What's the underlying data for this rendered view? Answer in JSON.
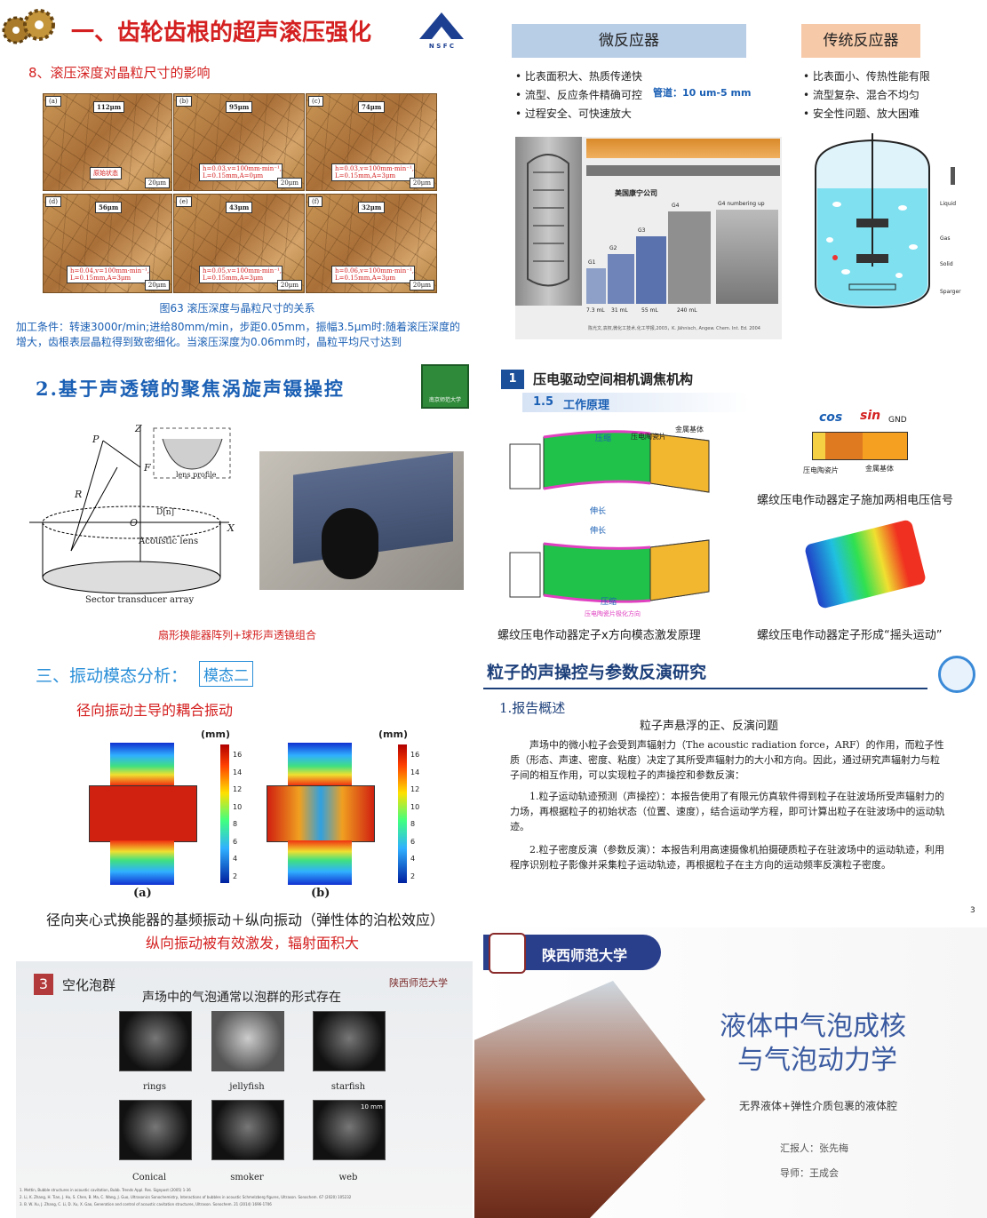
{
  "p1": {
    "title": "一、齿轮齿根的超声滚压强化",
    "logo_text": "N S F C",
    "subtitle": "8、滚压深度对晶粒尺寸的影响",
    "images": [
      {
        "letter": "(a)",
        "size": "112μm",
        "cond": "原始状态",
        "scale": "20μm"
      },
      {
        "letter": "(b)",
        "size": "95μm",
        "cond": "h=0.03,v=100mm·min⁻¹, L=0.15mm,A=0μm",
        "scale": "20μm"
      },
      {
        "letter": "(c)",
        "size": "74μm",
        "cond": "h=0.03,v=100mm·min⁻¹, L=0.15mm,A=3μm",
        "scale": "20μm"
      },
      {
        "letter": "(d)",
        "size": "56μm",
        "cond": "h=0.04,v=100mm·min⁻¹, L=0.15mm,A=3μm",
        "scale": "20μm"
      },
      {
        "letter": "(e)",
        "size": "43μm",
        "cond": "h=0.05,v=100mm·min⁻¹, L=0.15mm,A=3μm",
        "scale": "20μm"
      },
      {
        "letter": "(f)",
        "size": "32μm",
        "cond": "h=0.06,v=100mm·min⁻¹, L=0.15mm,A=3μm",
        "scale": "20μm"
      }
    ],
    "caption": "图63 滚压深度与晶粒尺寸的关系",
    "body": "加工条件：转速3000r/min;进给80mm/min，步距0.05mm，振幅3.5μm时:随着滚压深度的增大，齿根表层晶粒得到致密细化。当滚压深度为0.06mm时，晶粒平均尺寸达到"
  },
  "p2": {
    "micro_title": "微反应器",
    "trad_title": "传统反应器",
    "micro_items": [
      "比表面积大、热质传递快",
      "流型、反应条件精确可控",
      "过程安全、可快速放大"
    ],
    "channel": "管道：10 um-5 mm",
    "trad_items": [
      "比表面小、传热性能有限",
      "流型复杂、混合不均匀",
      "安全性问题、放大困难"
    ],
    "company": "美国康宁公司",
    "g_labels": [
      "G1",
      "G2",
      "G3",
      "G4",
      "G4 numbering up"
    ],
    "volumes": [
      "7.3 mL",
      "31 mL",
      "55 mL",
      "240 mL"
    ],
    "tank_labels": [
      "Liquid",
      "Gas",
      "Solid",
      "Sparger"
    ],
    "ref": "陈光文,袁权,微化工技术,化工学报,2003，K. Jähnisch, Angew. Chem. Int. Ed. 2004"
  },
  "p3": {
    "title": "2.基于声透镜的聚焦涡旋声镊操控",
    "uni": "南京师范大学",
    "labels": [
      "P",
      "Z",
      "F",
      "D[n]",
      "O",
      "X",
      "R",
      "Acoustic lens",
      "Sector transducer array",
      "lens profile"
    ],
    "caption": "扇形换能器阵列+球形声透镜组合"
  },
  "p4": {
    "num": "1",
    "title": "压电驱动空间相机调焦机构",
    "sub_num": "1.5",
    "sub_title": "工作原理",
    "labels": {
      "compress": "压缩",
      "ceramic": "压电陶瓷片",
      "metal": "金属基体",
      "stretch": "伸长",
      "direction": "压电陶瓷片极化方向",
      "cos": "cos",
      "sin": "sin",
      "gnd": "GND",
      "ceramic2": "压电陶瓷片",
      "metal2": "金属基体"
    },
    "caption_left": "螺纹压电作动器定子x方向模态激发原理",
    "caption_right1": "螺纹压电作动器定子施加两相电压信号",
    "caption_right2": "螺纹压电作动器定子形成“摇头运动”"
  },
  "p5": {
    "title": "三、振动模态分析：",
    "mode": "模态二",
    "subtitle": "径向振动主导的耦合振动",
    "unit": "(mm)",
    "ticks": [
      "16",
      "14",
      "12",
      "10",
      "8",
      "6",
      "4",
      "2"
    ],
    "labels": [
      "(a)",
      "(b)"
    ],
    "line1": "径向夹心式换能器的基频振动＋纵向振动（弹性体的泊松效应）",
    "line2": "纵向振动被有效激发，辐射面积大"
  },
  "p6": {
    "title": "粒子的声操控与参数反演研究",
    "section": "1.报告概述",
    "heading": "粒子声悬浮的正、反演问题",
    "para1": "声场中的微小粒子会受到声辐射力（The acoustic radiation force，ARF）的作用，而粒子性质（形态、声速、密度、粘度）决定了其所受声辐射力的大小和方向。因此，通过研究声辐射力与粒子间的相互作用，可以实现粒子的声操控和参数反演：",
    "para2": "1.粒子运动轨迹预测（声操控）：本报告使用了有限元仿真软件得到粒子在驻波场所受声辐射力的力场，再根据粒子的初始状态（位置、速度），结合运动学方程，即可计算出粒子在驻波场中的运动轨迹。",
    "para3": "2.粒子密度反演（参数反演）：本报告利用高速摄像机拍摄硬质粒子在驻波场中的运动轨迹，利用程序识别粒子影像并采集粒子运动轨迹，再根据粒子在主方向的运动频率反演粒子密度。",
    "page": "3"
  },
  "p7": {
    "num": "3",
    "title": "空化泡群",
    "subtitle": "声场中的气泡通常以泡群的形式存在",
    "uni": "陕西师范大学",
    "items": [
      "rings",
      "jellyfish",
      "starfish",
      "Conical",
      "smoker",
      "web"
    ],
    "scale": "10 mm",
    "refs": [
      "1. Mettin, Bubble structures in acoustic cavitation, Bubb. Trends Appl. Res. Signpost (2005) 1-36",
      "2. Li, K. Zhang, H. Tian, J. Hu, S. Chen, B. Ma, C. Wang, J. Guo, Ultrasonics Sonochemistry, Interactions of bubbles in acoustic Schmelzberg figures, Ultrason. Sonochem. 67 (2020) 105232",
      "3. B. W. Xu, J. Zhang, C. Li, D. Xu, X. Gao, Generation and control of acoustic cavitation structures, Ultrason. Sonochem. 21 (2014) 1696-1706"
    ]
  },
  "p8": {
    "uni": "陕西师范大学",
    "title1": "液体中气泡成核",
    "title2": "与气泡动力学",
    "subtitle": "无界液体+弹性介质包裹的液体腔",
    "reporter": "汇报人：张先梅",
    "advisor": "导师：王成会"
  },
  "colors": {
    "red": "#d42020",
    "blue": "#1a5fb4",
    "pink_hdr": "#f6c9a8",
    "blue_hdr": "#b8cde6"
  }
}
